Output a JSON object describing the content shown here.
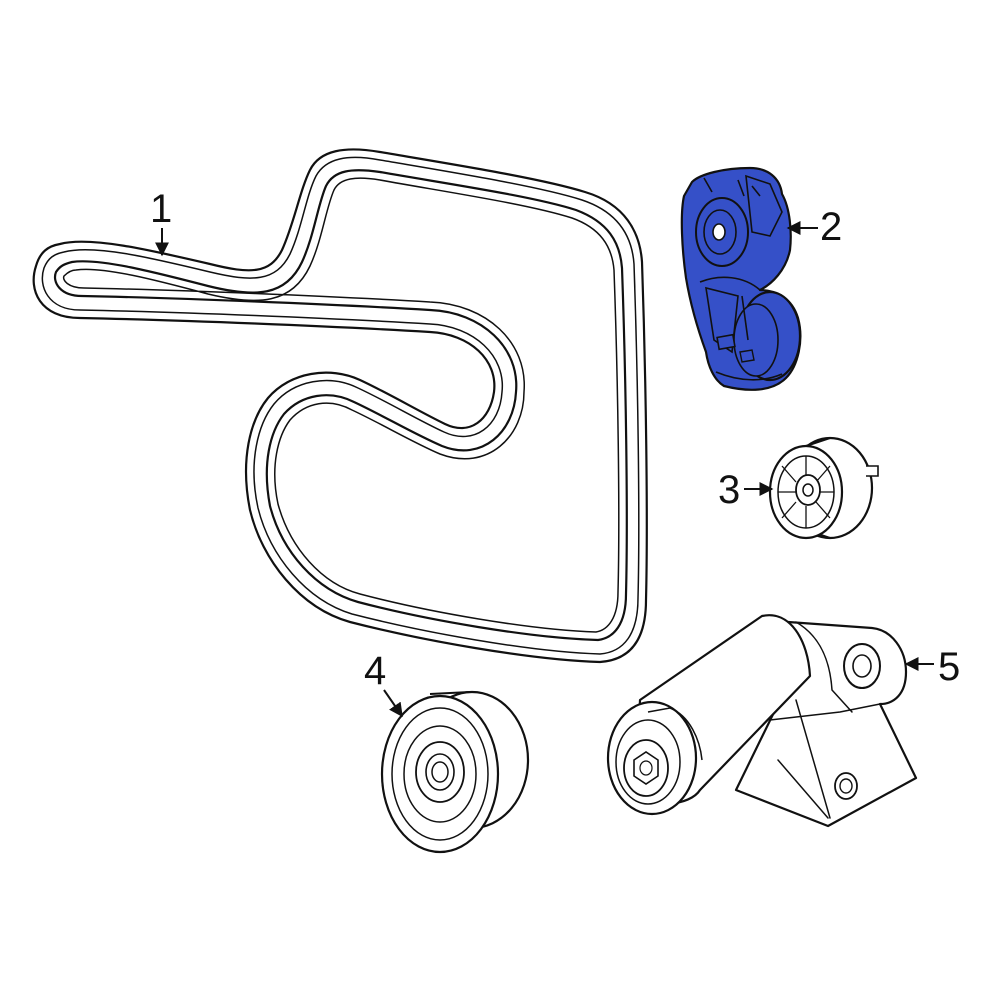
{
  "diagram": {
    "highlight_color": "#3550c8",
    "highlighted_part": "2",
    "callouts": [
      {
        "number": "1",
        "part": "serpentine-belt"
      },
      {
        "number": "2",
        "part": "belt-tensioner"
      },
      {
        "number": "3",
        "part": "idler-pulley-ribbed"
      },
      {
        "number": "4",
        "part": "idler-pulley-smooth"
      },
      {
        "number": "5",
        "part": "tensioner-bracket"
      }
    ]
  }
}
